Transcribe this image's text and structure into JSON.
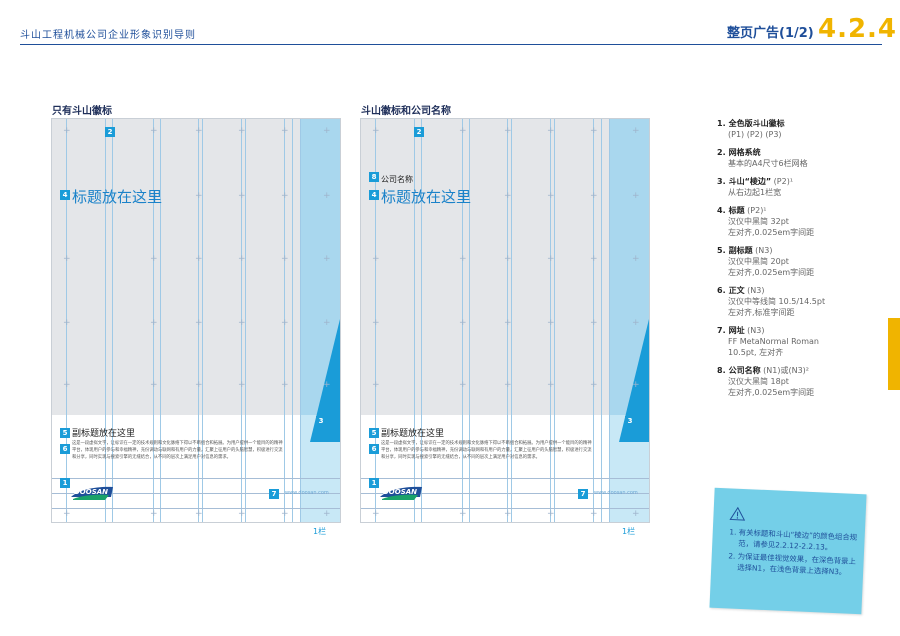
{
  "header": {
    "doc_title": "斗山工程机械公司企业形象识别导则",
    "section_title": "整页广告(1/2)",
    "section_number": "4.2.4"
  },
  "layouts": [
    {
      "caption": "只有斗山徽标",
      "company_name": "",
      "headline": "标题放在这里",
      "subheadline": "副标题放在这里",
      "body_text": "这是一段虚拟文字，让标识在一定的技术规则和文化脉络下得以不断组合和拓展。为用户提供一个能目的的精神平台，体现用户的参与和幸福精神，充份调动与联网和有用户的力量，汇聚上征用户的头脑智慧，积极进行交流和分享，同时实现与搜索引擎的无缝结合，从不同的层次上满足用户对信息的需求。",
      "url": "www.doosan.com",
      "logo_text": "DOOSAN",
      "column_note": "1栏",
      "markers": [
        "2",
        "4",
        "5",
        "6",
        "1",
        "7",
        "3"
      ]
    },
    {
      "caption": "斗山徽标和公司名称",
      "company_name": "公司名称",
      "headline": "标题放在这里",
      "subheadline": "副标题放在这里",
      "body_text": "这是一段虚拟文字，让标识在一定的技术规则和文化脉络下得以不断组合和拓展。为用户提供一个能目的的精神平台，体现用户的参与和幸福精神，充份调动与联网和有用户的力量，汇聚上征用户的头脑智慧，积极进行交流和分享，同时实现与搜索引擎的无缝结合，从不同的层次上满足用户对信息的需求。",
      "url": "www.doosan.com",
      "logo_text": "DOOSAN",
      "column_note": "1栏",
      "markers": [
        "2",
        "8",
        "4",
        "5",
        "6",
        "1",
        "7",
        "3"
      ]
    }
  ],
  "notes": [
    {
      "num": "1.",
      "label": "全色版斗山徽标",
      "ref": "",
      "lines": [
        "(P1) (P2) (P3)"
      ]
    },
    {
      "num": "2.",
      "label": "网格系统",
      "ref": "",
      "lines": [
        "基本的A4尺寸6栏网格"
      ]
    },
    {
      "num": "3.",
      "label": "斗山“棱边”",
      "ref": " (P2)¹",
      "lines": [
        "从右边起1栏宽"
      ]
    },
    {
      "num": "4.",
      "label": "标题",
      "ref": " (P2)¹",
      "lines": [
        "汉仪中黑简  32pt",
        "左对齐,0.025em字间距"
      ]
    },
    {
      "num": "5.",
      "label": "副标题",
      "ref": " (N3)",
      "lines": [
        "汉仪中黑简  20pt",
        "左对齐,0.025em字间距"
      ]
    },
    {
      "num": "6.",
      "label": "正文",
      "ref": " (N3)",
      "lines": [
        "汉仪中等线简  10.5/14.5pt",
        "左对齐,标准字间距"
      ]
    },
    {
      "num": "7.",
      "label": "网址",
      "ref": " (N3)",
      "lines": [
        "FF MetaNormal Roman",
        "10.5pt, 左对齐"
      ]
    },
    {
      "num": "8.",
      "label": "公司名称",
      "ref": " (N1)或(N3)²",
      "lines": [
        "汉仪大黑简  18pt",
        "左对齐,0.025em字间距"
      ]
    }
  ],
  "sticky_note": {
    "icon": "warning-triangle-icon",
    "items": [
      "有关标题和斗山“棱边”的颜色组合规范，请参见2.2.12-2.2.13。",
      "为保证最佳视觉效果，在深色背景上选择N1，在浅色背景上选择N3。"
    ]
  },
  "colors": {
    "brand_blue": "#1f4f9a",
    "accent_yellow": "#f0b400",
    "edge_blue": "#1a9cd8",
    "column_blue": "#a9d7ee",
    "sticky": "#74cfe8"
  }
}
